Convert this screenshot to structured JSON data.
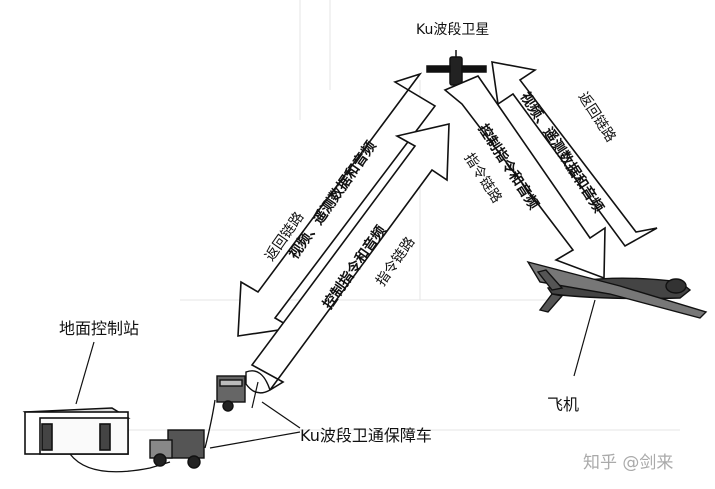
{
  "labels": {
    "satellite": "Ku波段卫星",
    "ground_station": "地面控制站",
    "support_vehicle": "Ku波段卫通保障车",
    "aircraft": "飞机",
    "watermark": "知乎 @剑来"
  },
  "links": {
    "left_return_title": "返回链路",
    "left_return_content": "视频、遥测数据和音频",
    "left_command_content": "控制指令和音频",
    "left_command_title": "指令链路",
    "right_command_content": "控制指令和音频",
    "right_command_title": "指令链路",
    "right_return_content": "视频、遥测数据和音频",
    "right_return_title": "返回链路"
  },
  "colors": {
    "line": "#111111",
    "arrow_fill": "#ffffff",
    "background": "#ffffff"
  }
}
